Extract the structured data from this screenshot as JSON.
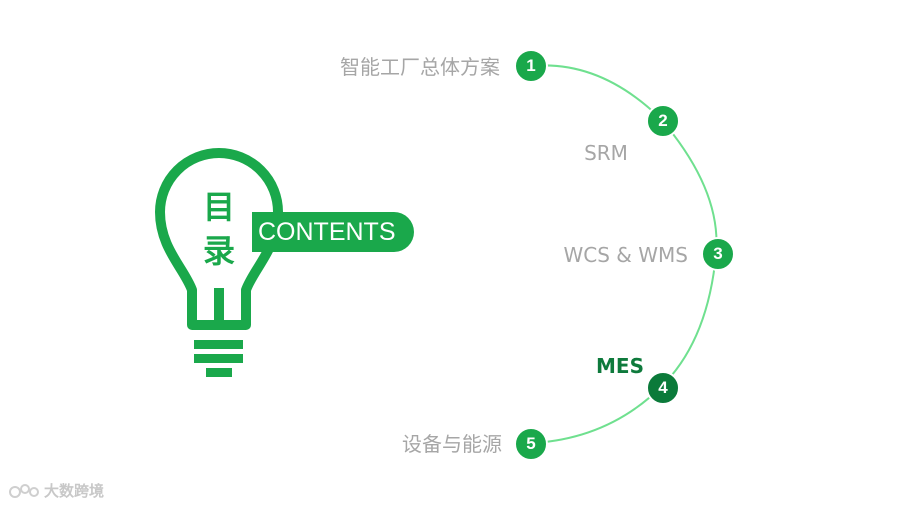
{
  "colors": {
    "accent": "#1aa84b",
    "accent_dark": "#0b7a3a",
    "arc": "#6fe08f",
    "label_gray": "#a6a6a6",
    "active_label": "#0e7a3c"
  },
  "bulb": {
    "icon": "lightbulb-icon",
    "title_chars": [
      "目",
      "录"
    ],
    "subtitle": "CONTENTS"
  },
  "items": [
    {
      "number": "1",
      "label": "智能工厂总体方案",
      "active": false
    },
    {
      "number": "2",
      "label": "SRM",
      "active": false
    },
    {
      "number": "3",
      "label": "WCS & WMS",
      "active": false
    },
    {
      "number": "4",
      "label": "MES",
      "active": true
    },
    {
      "number": "5",
      "label": "设备与能源",
      "active": false
    }
  ],
  "watermark": {
    "text": "大数跨境",
    "icon": "watermark-logo-icon"
  }
}
